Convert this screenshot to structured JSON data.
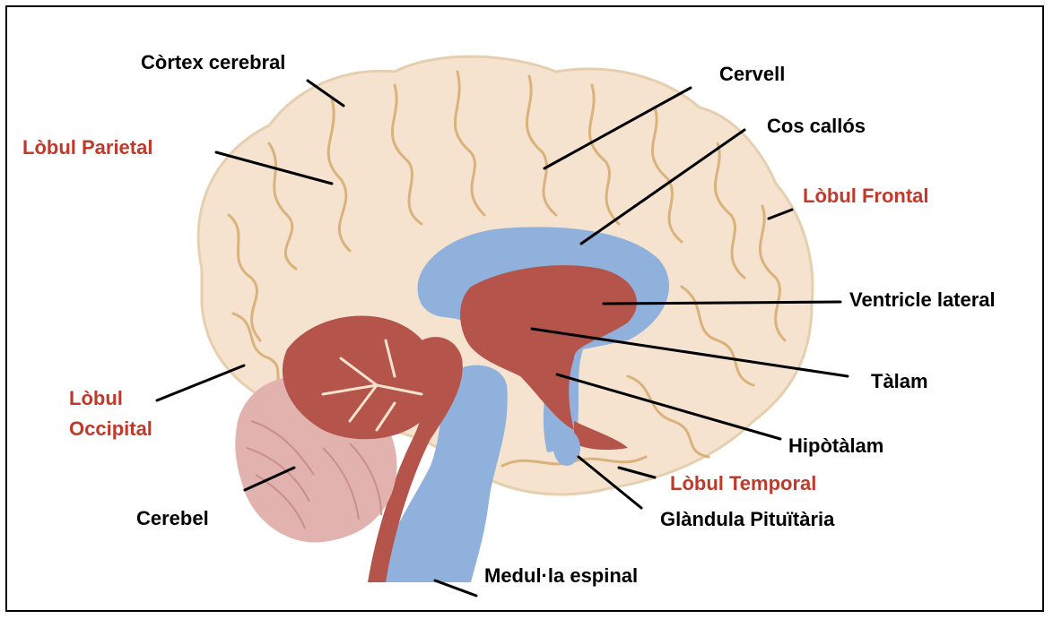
{
  "colors": {
    "cerebrum_fill": "#f6e3cf",
    "cerebrum_gyri": "#d9b27c",
    "ventricle_blue": "#8fb1dc",
    "thalamus_red": "#b5544a",
    "cerebellum_fill": "#e2b3ae",
    "label_black": "#000000",
    "label_red": "#c0392b"
  },
  "labels": {
    "cortex": "Còrtex cerebral",
    "cervell": "Cervell",
    "parietal": "Lòbul Parietal",
    "cos_callos": "Cos callós",
    "frontal": "Lòbul Frontal",
    "ventricle": "Ventricle lateral",
    "talam": "Tàlam",
    "occipital_1": "Lòbul",
    "occipital_2": "Occipital",
    "hipotalam": "Hipòtàlam",
    "temporal": "Lòbul Temporal",
    "cerebel": "Cerebel",
    "pituitaria": "Glàndula Pituïtària",
    "medula": "Medul·la espinal"
  }
}
